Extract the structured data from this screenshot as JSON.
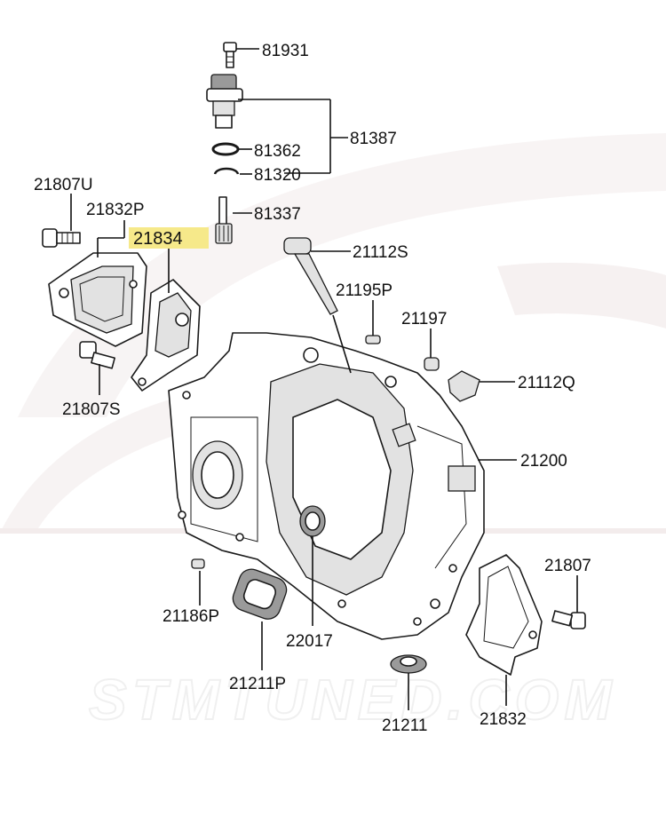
{
  "watermark": "STMTUNED.COM",
  "highlight_color": "#f6e98a",
  "parts": [
    {
      "id": "81931"
    },
    {
      "id": "81387"
    },
    {
      "id": "81362"
    },
    {
      "id": "81320"
    },
    {
      "id": "81337"
    },
    {
      "id": "21807U"
    },
    {
      "id": "21832P"
    },
    {
      "id": "21834",
      "highlighted": true
    },
    {
      "id": "21112S"
    },
    {
      "id": "21195P"
    },
    {
      "id": "21197"
    },
    {
      "id": "21112Q"
    },
    {
      "id": "21807S"
    },
    {
      "id": "21200"
    },
    {
      "id": "21807"
    },
    {
      "id": "21186P"
    },
    {
      "id": "22017"
    },
    {
      "id": "21211P"
    },
    {
      "id": "21211"
    },
    {
      "id": "21832"
    }
  ]
}
